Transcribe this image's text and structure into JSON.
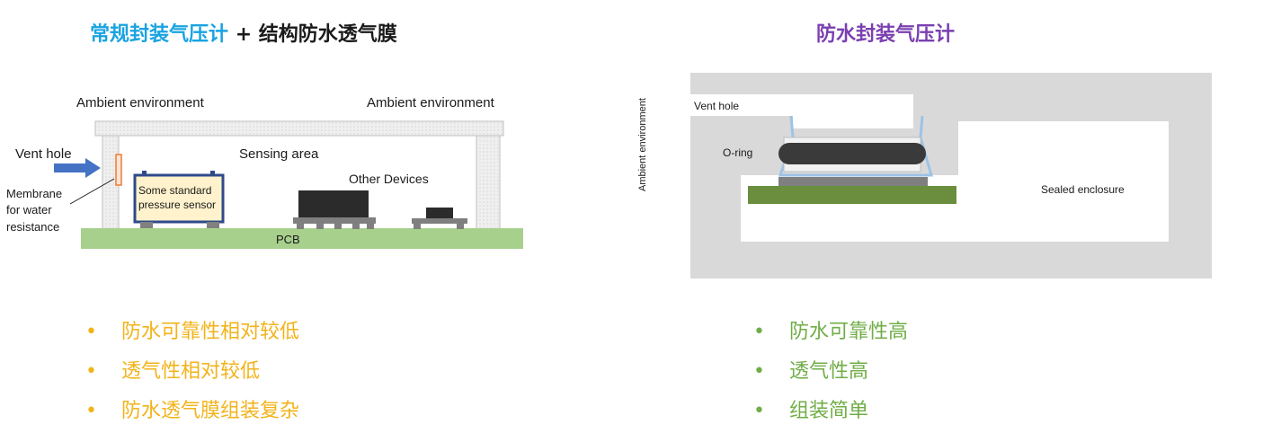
{
  "left": {
    "title_part1": "常规封装气压计",
    "title_part2": "+ 结构防水透气膜",
    "labels": {
      "ambient_left": "Ambient environment",
      "ambient_right": "Ambient environment",
      "vent_hole": "Vent hole",
      "sensing_area": "Sensing area",
      "other_devices": "Other Devices",
      "membrane_1": "Membrane",
      "membrane_2": "for water",
      "membrane_3": "resistance",
      "sensor_1": "Some standard",
      "sensor_2": "pressure sensor",
      "pcb": "PCB"
    },
    "bullet_glyph": "•",
    "bullets": [
      "防水可靠性相对较低",
      "透气性相对较低",
      "防水透气膜组装复杂"
    ],
    "colors": {
      "title": "#1aa3e0",
      "bullets": "#f2b31a",
      "pcb": "#a8d08d",
      "vent_arrow": "#4472c4",
      "membrane": "#ed7d31"
    }
  },
  "right": {
    "title": "防水封装气压计",
    "labels": {
      "ambient": "Ambient environment",
      "vent_hole": "Vent hole",
      "o_ring": "O-ring",
      "sealed": "Sealed enclosure"
    },
    "bullet_glyph": "•",
    "bullets": [
      "防水可靠性高",
      "透气性高",
      "组装简单"
    ],
    "colors": {
      "title": "#7a3fb0",
      "bullets": "#70ad47",
      "pcb": "#6b8e3e",
      "enclosure": "#d9d9d9"
    }
  }
}
